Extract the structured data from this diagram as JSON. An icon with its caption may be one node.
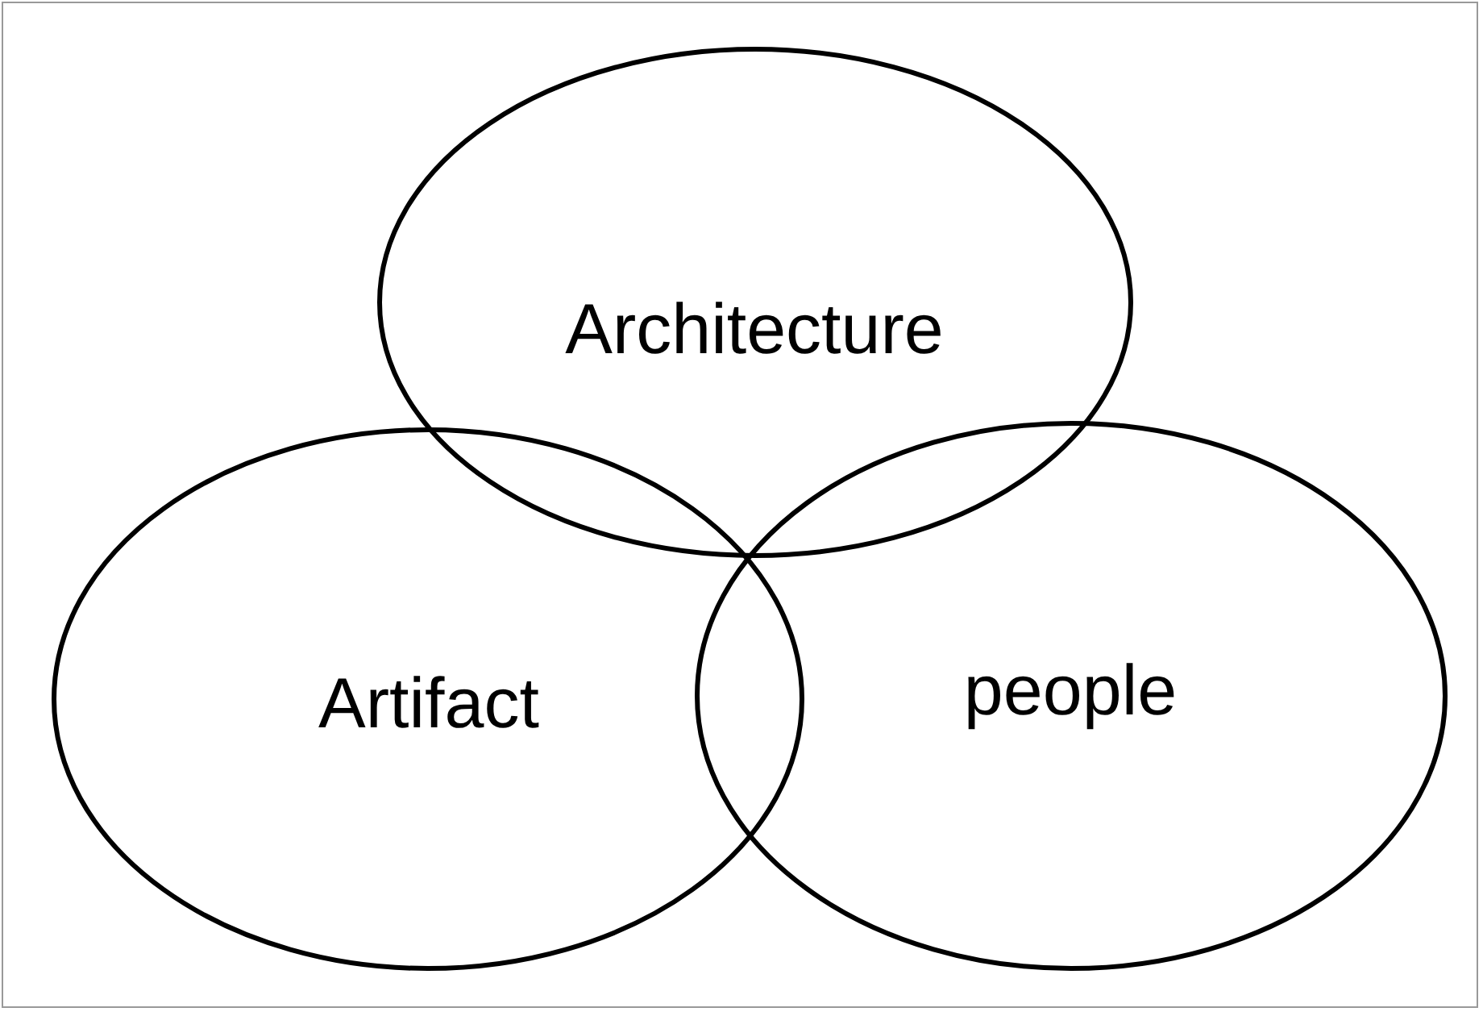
{
  "diagram": {
    "nodes": [
      {
        "text": [
          "Architecture"
        ]
      },
      {
        "text": [
          "Artifact"
        ]
      },
      {
        "text": [
          "people"
        ]
      }
    ]
  }
}
